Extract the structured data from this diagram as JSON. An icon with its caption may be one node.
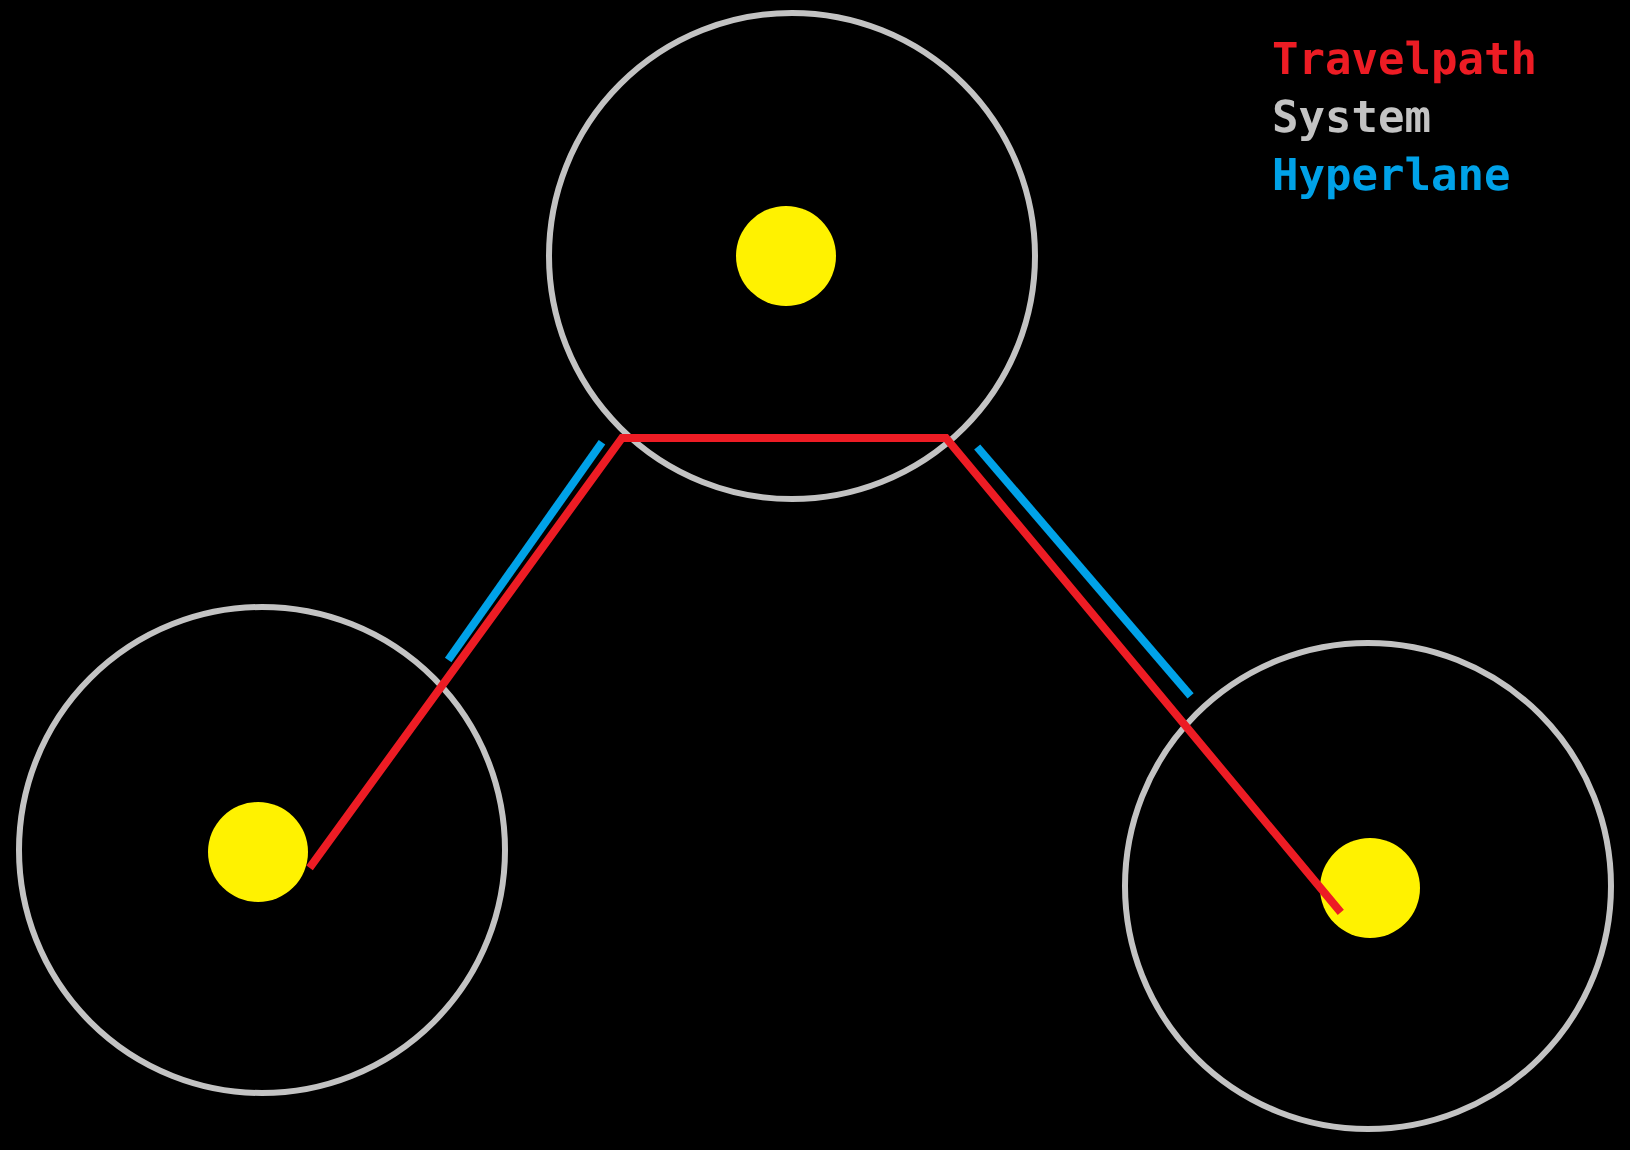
{
  "diagram": {
    "nodes": [
      {
        "text": [],
        "shape": "circle"
      },
      {
        "text": [],
        "shape": "circle",
        "in": 0
      },
      {
        "text": [],
        "shape": "circle"
      },
      {
        "text": [],
        "shape": "circle",
        "in": 2
      },
      {
        "text": [],
        "shape": "circle"
      },
      {
        "text": [],
        "shape": "circle",
        "in": 4
      }
    ],
    "edges": [
      {
        "from": 2,
        "to": 0,
        "arrow": "none",
        "color": "#00a2e8"
      },
      {
        "from": 0,
        "to": 4,
        "arrow": "none",
        "color": "#00a2e8"
      },
      {
        "from": 3,
        "to": 5,
        "arrow": "none",
        "color": "#ed1c24"
      }
    ],
    "legend": [
      {
        "text": "Travelpath",
        "color": "#ed1c24"
      },
      {
        "text": "System",
        "color": "#c3c3c3"
      },
      {
        "text": "Hyperlane",
        "color": "#00a2e8"
      }
    ]
  }
}
